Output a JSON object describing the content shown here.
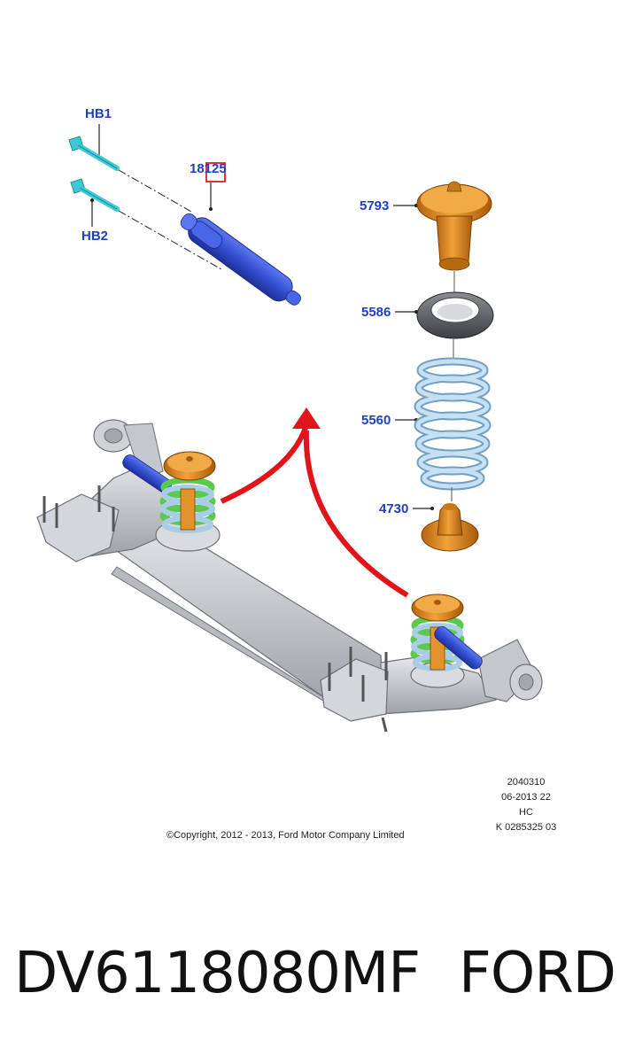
{
  "callouts": {
    "hb1": "HB1",
    "hb2": "HB2",
    "part_18125": "18125",
    "part_5793": "5793",
    "part_5586": "5586",
    "part_5560": "5560",
    "part_4730": "4730"
  },
  "meta": {
    "line1": "2040310",
    "line2": "06-2013 22",
    "line3": "HC",
    "line4": "K 0285325 03"
  },
  "copyright": "©Copyright, 2012 - 2013, Ford Motor Company Limited",
  "footer": {
    "part_number": "DV6118080MF",
    "brand": "FORD"
  },
  "colors": {
    "callout_blue": "#1f3fc4",
    "shock_blue": "#3b56d6",
    "bolt_cyan": "#3ec9d6",
    "bump_stop_orange": "#d9861c",
    "spring_light_blue": "#a9cde6",
    "spring_green": "#5cc94c",
    "axle_grey": "#c9ccd0",
    "arrow_red": "#e0141a",
    "highlight_box_red": "#d81e2a"
  }
}
